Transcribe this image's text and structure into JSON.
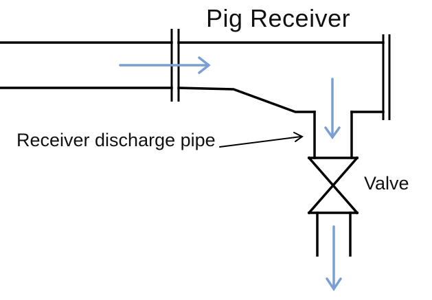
{
  "diagram": {
    "title": "Pig Receiver",
    "discharge_label": "Receiver discharge pipe",
    "valve_label": "Valve"
  },
  "colors": {
    "line": "#000000",
    "flow_arrow": "#7a9fd4",
    "background": "#ffffff"
  }
}
